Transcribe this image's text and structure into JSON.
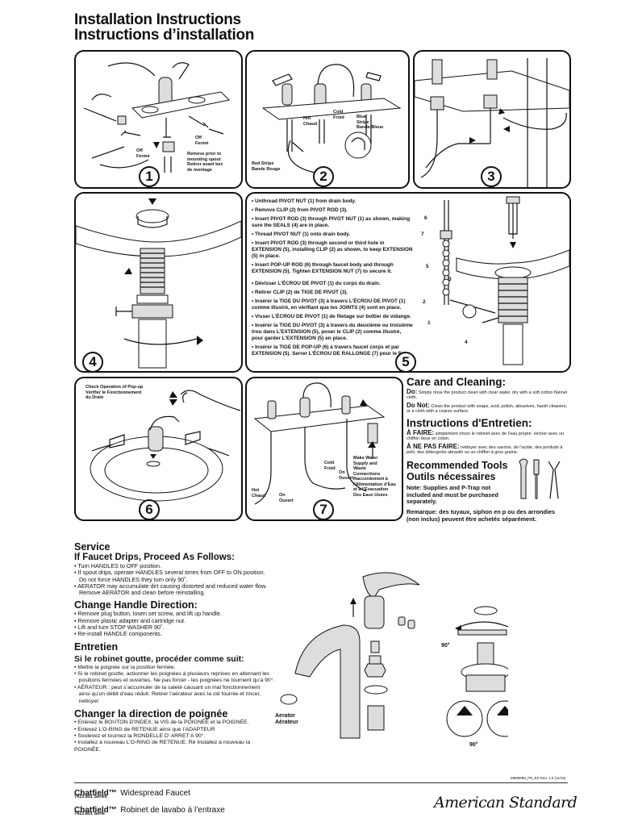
{
  "header": {
    "title_en": "Installation Instructions",
    "title_fr": "Instructions d’installation"
  },
  "step1": {
    "number": "1",
    "off1": "Off\nFermé",
    "off2": "Off\nFermé",
    "remove": "Remove prior to\nmounting spout\nRetirer avant bec\nde montage"
  },
  "step2": {
    "number": "2",
    "hot": "Hot\nChaud",
    "cold": "Cold\nFroid",
    "blue": "Blue\nStripe\nBande Bleue",
    "red": "Red Stripe\nBande Rouge"
  },
  "step3": {
    "number": "3"
  },
  "step4": {
    "number": "4"
  },
  "step5": {
    "number": "5",
    "en": [
      "• Unthread PIVOT NUT (1) from drain body.",
      "• Remove CLIP (2) from PIVOT ROD (3).",
      "• Insert PIVOT ROD (3) through PIVOT NUT (1) as shown, making sure the SEALS (4) are in place.",
      "• Thread PIVOT NUT (1) onto drain body.",
      "• Insert PIVOT ROD (3) through second or third hole in EXTENSION (5), installing CLIP (2) as shown, to keep EXTENSION (5) in place.",
      "• Insert POP-UP ROD (6) through faucet body and through EXTENSION (5). Tighten EXTENSION NUT (7) to secure it."
    ],
    "fr": [
      "• Dévisser L’ÉCROU DE PIVOT (1) du corps du drain.",
      "• Retirer CLIP (2) de TIGE DE PIVOT (3).",
      "• Insérer la TIGE DU PIVOT (3) à travers L’ÉCROU DE PIVOT (1) comme illustré, en vérifiant que les JOINTS (4) sont en place.",
      "• Visser L’ÉCROU DE PIVOT (1) de filetage sur boîtier de vidange.",
      "• Insérer la TIGE DU PIVOT (3) à travers du deuxième ou troisième trou dans L’EXTENSION (5), poser le CLIP (2) comme illustré, pour garder L’EXTENSION (5) en place.",
      "• Insérer la TIGE DE POP-UP (6) à travers faucet corps et par EXTENSION (5). Serrer L’ÉCROU DE RALLONGE (7) pour le fixer."
    ],
    "callouts": [
      "6",
      "7",
      "5",
      "3",
      "2",
      "1",
      "4"
    ]
  },
  "step6": {
    "number": "6",
    "check": "Check Operation of Pop-up\nVérifier le Fonctionnement\ndu Drain"
  },
  "step7": {
    "number": "7",
    "hot": "Hot\nChaud",
    "on1": "On\nOuvert",
    "cold": "Cold\nFroid",
    "on2": "On\nOuvert",
    "make": "Make Water\nSupply and\nWaste\nConnections\nRaccordement à\nl’Alimentation d’Eau\net à l’Evacuation\nDes Eaux Usées"
  },
  "care": {
    "title": "Care and Cleaning:",
    "do_label": "Do:",
    "do_text": "Simply rinse the product clean with clear water, dry with a soft cotton flannel cloth.",
    "donot_label": "Do Not:",
    "donot_text": "Clean the product with soaps, acid, polish, abrasives, harsh cleaners, or a cloth with a coarse surface.",
    "title_fr": "Instructions d'Entretien:",
    "afaire_label": "À FAIRE:",
    "afaire_text": "simplement rincer le robinet avec de l’eau propre. sécher avec un chiffon doux en coton.",
    "anepas_label": "À NE PAS FAIRE:",
    "anepas_text": "nettoyer avec des savons, de l’acide, des produits à polir, des détergents abrasifs ou un chiffon à gros grains."
  },
  "tools": {
    "title_en": "Recommended Tools",
    "title_fr": "Outils nécessaires",
    "note_en": "Note: Supplies and P-Trap not included and must be purchased separately.",
    "note_fr": "Remarque: des tuyaux, siphon en p ou des arrondies (non inclus) peuvent être achetés séparément."
  },
  "service": {
    "title": "Service",
    "drip_head": "If Faucet Drips, Proceed As Follows:",
    "drip_items": [
      "• Turn HANDLES to OFF position.",
      "• If spout drips, operate HANDLES several times from OFF to ON position.",
      "   Do not force HANDLES they turn only 90˚.",
      "• AERATOR may accumulate dirt causing distorted and reduced water flow.",
      "   Remove AERATOR and clean before reinstalling."
    ],
    "handle_head": "Change Handle Direction:",
    "handle_items": [
      "• Remove plug button, losen set screw, and lift up handle.",
      "• Remove plastic adapter and cartridge nut.",
      "• Lift and turn STOP WASHER 90˚.",
      "• Re-install HANDLE components."
    ],
    "entretien_title": "Entretien",
    "fr_drip_head": "Si le robinet goutte, procéder comme suit:",
    "fr_drip_items": [
      "• Mettre la poignée sur la position fermée.",
      "• Si le robinet goutte, actionner les poignées à plusieurs reprises en alternant les",
      "   positions fermées et ouvertes. Ne pas forcer - les poignées ne tournent qu’a 90°.",
      "• AÉRATEUR : peut s’accumuler de la saleté causant un mal fonctionnement",
      "   ainsi qu’un débit d’eau réduit. Retirer l’aérateur avec la clé fournie et rincer,",
      "   nettoyer."
    ],
    "fr_handle_head": "Changer la direction de poignée",
    "fr_handle_items": [
      "• Enlevez le BOUTON D’INDEX, la VIS de la POIGNÉE et la POIGNÉE.",
      "• Enlevez L’O-RING de RETENUE ainsi que l’ADAPTEUR",
      "• Soulevez et tournez la RONDELLE D’ ARRET A 90°.",
      "• Installez à nouveau L’O-RING de RETENUE. Ré Installez à nouveau la POIGNÉE."
    ]
  },
  "parts": {
    "aerator": "Aerator\nAérateur",
    "deg1": "90°",
    "deg2": "90°"
  },
  "footer": {
    "doc_no": "M965698_FR_EZ Rev. 1.0 (11/15)",
    "name_en": "Chatfield™",
    "desc_en": "Widespread Faucet",
    "series_en": "7413.801 Series",
    "name_fr": "Chatfield™",
    "desc_fr": "Robinet de lavabo á l’entraxe",
    "series_fr": "7413.801 Série",
    "logo": "American Standard"
  }
}
